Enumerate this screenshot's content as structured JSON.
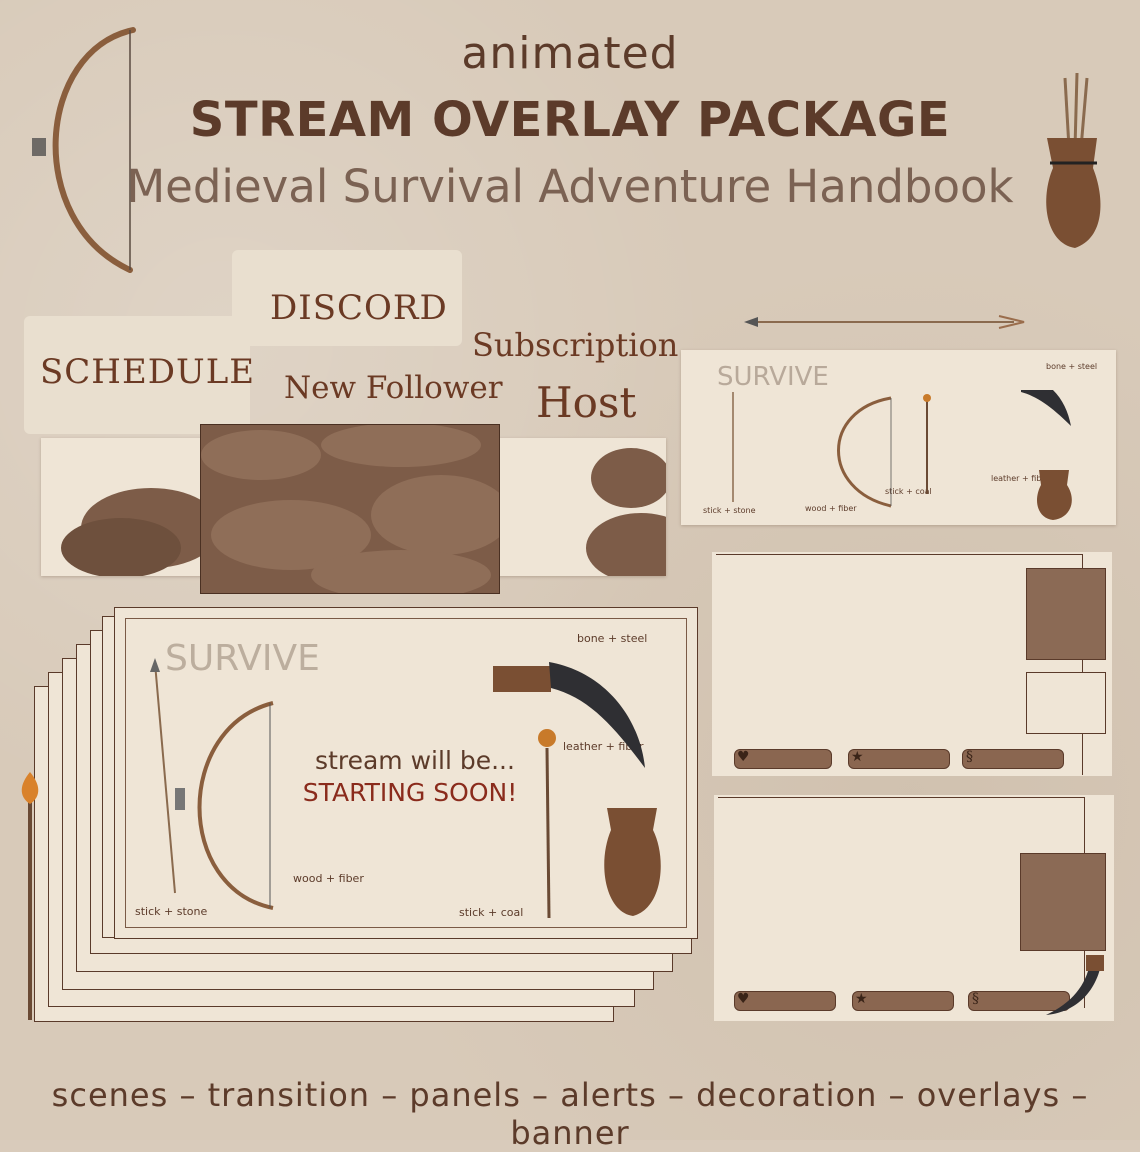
{
  "header": {
    "line1": "animated",
    "line2": "STREAM OVERLAY PACKAGE",
    "line3": "Medieval Survival Adventure Handbook"
  },
  "panels": {
    "schedule": "SCHEDULE",
    "discord": "DISCORD",
    "new_follower": "New Follower",
    "subscription": "Subscription",
    "host": "Host"
  },
  "scene_small": {
    "title": "SURVIVE",
    "bone": "bone + steel",
    "leather": "leather + fiber",
    "stick": "stick + stone",
    "wood": "wood + fiber",
    "coal": "stick + coal"
  },
  "scene_large": {
    "title": "SURVIVE",
    "bone": "bone + steel",
    "leather": "leather + fiber",
    "stick": "stick + stone",
    "wood": "wood + fiber",
    "coal": "stick + coal",
    "stream_line1": "stream will be...",
    "stream_line2": "STARTING SOON!"
  },
  "overlay_icons": [
    "heart-icon",
    "star-icon",
    "dollar-icon"
  ],
  "footer": {
    "text": "scenes – transition – panels – alerts – decoration  – overlays – banner"
  },
  "colors": {
    "background": "#d8cab9",
    "paper": "#efe5d6",
    "brown_dark": "#5c3b2a",
    "brown_mid": "#8b6a55",
    "accent_red": "#8a2b1c"
  }
}
